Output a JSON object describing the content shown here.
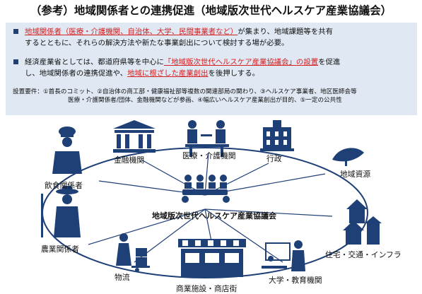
{
  "title": "（参考）地域関係者との連携促進（地域版次世代ヘルスケア産業協議会）",
  "bullet1": {
    "red": "地域関係者（医療・介護機関、自治体、大学、民間事業者など）",
    "rest1": "が集まり、地域課題等を共有",
    "line2": "するとともに、それらの解決方法や新たな事業創出について検討する場が必要。"
  },
  "bullet2": {
    "part1": "経済産業省としては、都道府県等を中心に",
    "red1": "「地域版次世代ヘルスケア産業協議会」の設置",
    "part2": "を促進",
    "line2a": "し、地域関係者の連携促進や、",
    "red2": "地域に根ざした産業創出",
    "line2b": "を後押しする。"
  },
  "requirements": {
    "line1": "設置要件：①首長のコミット、②自治体の商工部・健康福祉部等複数の関連部局の関わり、③ヘルスケア事業者、地区医師会等",
    "line2": "医療・介護関係者/団体、金融機関などが参画、④幅広いヘルスケア産業創出が目的、⑤一定の公共性"
  },
  "diagram": {
    "center": "地域版次世代ヘルスケア産業協議会",
    "labels": {
      "finance": "金融機関",
      "medical": "医療・介護機関",
      "admin": "行政",
      "food": "飲食関係者",
      "resources": "地域資源",
      "agri": "農業関係者",
      "housing": "住宅・交通・インフラ",
      "logistics": "物流",
      "commerce": "商業施設・商店街",
      "university": "大学・教育機関"
    }
  },
  "colors": {
    "icon": "#1f3f77",
    "box": "#dfe8f3",
    "highlight": "#d42020"
  }
}
